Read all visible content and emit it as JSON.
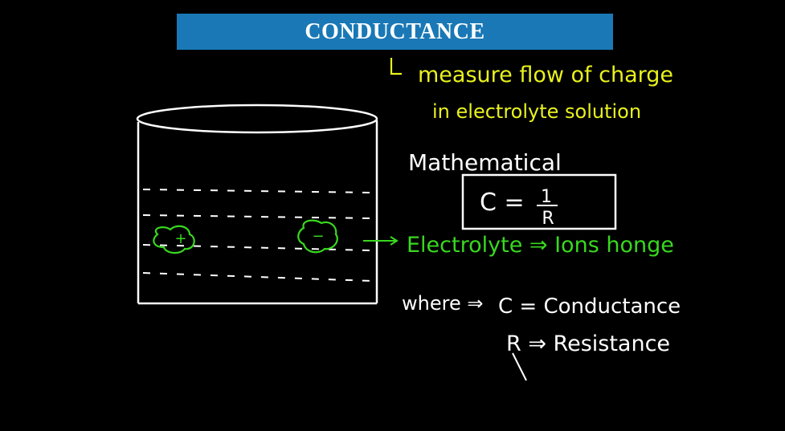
{
  "title": "CONDUCTANCE",
  "definition": {
    "line1": "measure flow of charge",
    "line2": "in electrolyte solution"
  },
  "mathematical_label": "Mathematical",
  "formula": {
    "lhs": "C =",
    "numerator": "1",
    "denominator": "R"
  },
  "electrolyte_note": "Electrolyte ⇒ Ions honge",
  "ions": {
    "positive": "+",
    "negative": "−"
  },
  "where": {
    "label": "where ⇒",
    "c_def": "C = Conductance",
    "r_def": "R ⇒ Resistance"
  },
  "colors": {
    "background": "#000000",
    "banner": "#1a78b6",
    "yellow_ink": "#e8f21d",
    "green_ink": "#39d81f",
    "white_ink": "#ffffff"
  }
}
